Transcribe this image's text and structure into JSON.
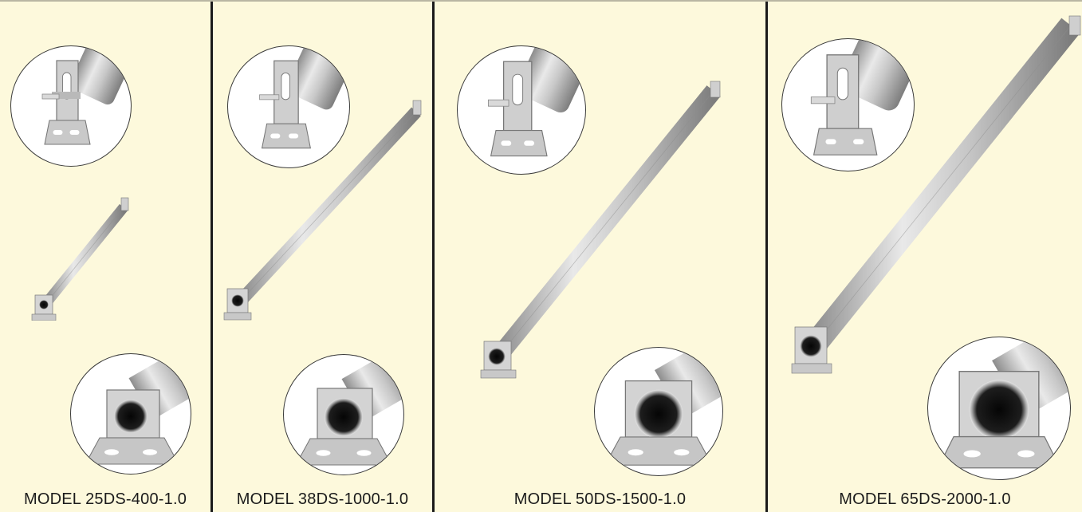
{
  "panels": [
    {
      "model": "MODEL 25DS-400-1.0"
    },
    {
      "model": "MODEL 38DS-1000-1.0"
    },
    {
      "model": "MODEL 50DS-1500-1.0"
    },
    {
      "model": "MODEL 65DS-2000-1.0"
    }
  ],
  "colors": {
    "background": "#fdf9dc",
    "divider": "#1a1a1a",
    "steel_light": "#e6e6e6",
    "steel_dark": "#8a8a8a"
  }
}
